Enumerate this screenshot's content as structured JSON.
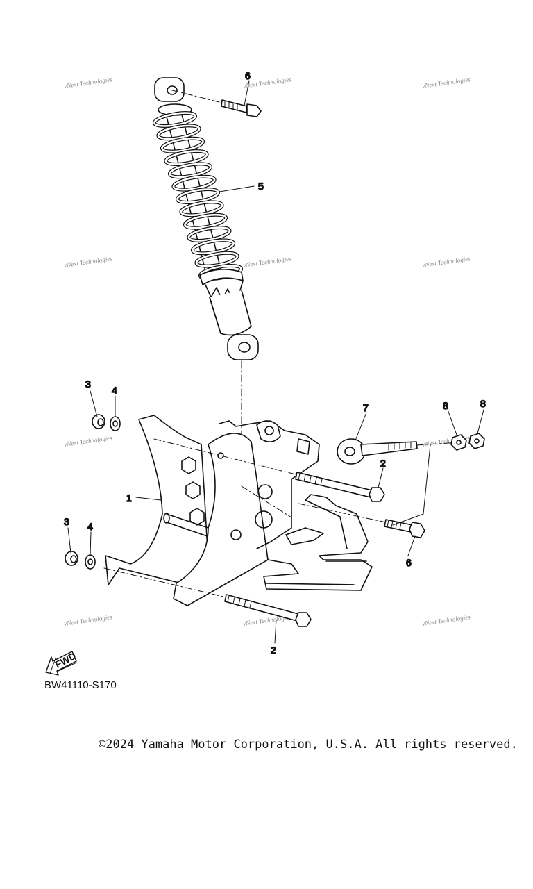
{
  "diagram": {
    "callouts": [
      "1",
      "2",
      "2",
      "3",
      "3",
      "4",
      "4",
      "5",
      "6",
      "6",
      "7",
      "8",
      "8"
    ],
    "direction_badge": "FWD",
    "diagram_code": "BW41110-S170"
  },
  "watermark": "vNext Technologies",
  "footer": {
    "copyright": "©2024 Yamaha Motor Corporation, U.S.A. All rights reserved."
  }
}
